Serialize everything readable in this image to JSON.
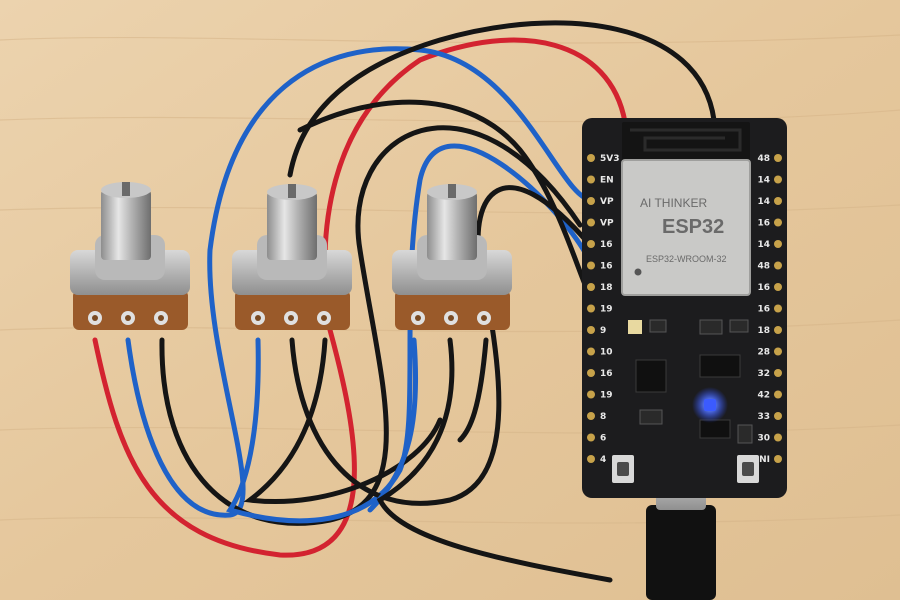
{
  "colors": {
    "table": "#e6caa2",
    "board": "#1c1c1e",
    "wire_red": "#d32330",
    "wire_blue": "#1f62c8",
    "wire_black": "#151515",
    "led_blue": "#2b4dff",
    "shield": "#c9c9c7",
    "pot_body": "#9a5a2a"
  },
  "board": {
    "shield_brand": "AI THINKER",
    "shield_model": "ESP32",
    "shield_module": "ESP32-WROOM-32",
    "left_pins": [
      "5V3",
      "EN",
      "VP",
      "VP",
      "16",
      "16",
      "18",
      "19",
      "9",
      "10",
      "16",
      "19",
      "8",
      "6",
      "4"
    ],
    "right_pins": [
      "48",
      "14",
      "14",
      "16",
      "14",
      "48",
      "16",
      "16",
      "18",
      "28",
      "32",
      "42",
      "33",
      "30",
      "CNI"
    ]
  },
  "potentiometers": [
    "pot-1",
    "pot-2",
    "pot-3"
  ]
}
